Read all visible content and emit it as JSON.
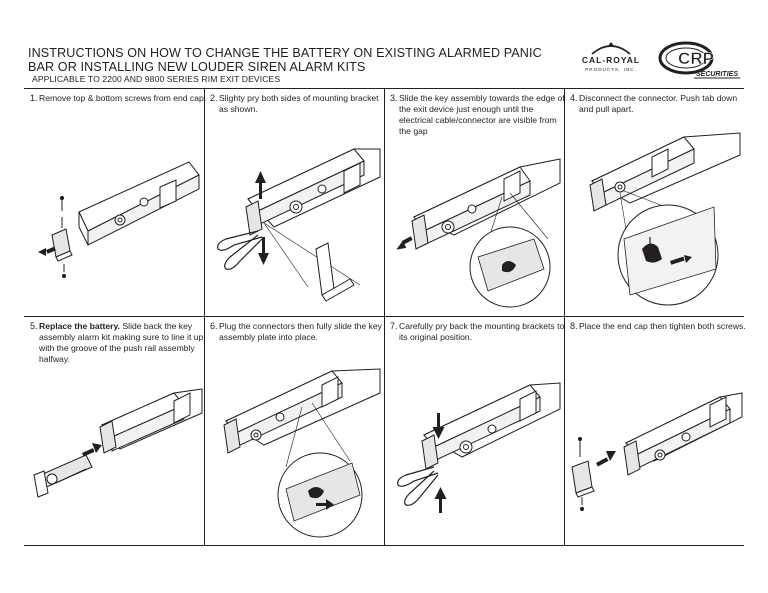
{
  "header": {
    "title": "INSTRUCTIONS ON HOW TO CHANGE THE BATTERY ON EXISTING ALARMED PANIC BAR OR INSTALLING NEW LOUDER SIREN ALARM KITS",
    "subtitle": "APPLICABLE TO 2200 AND 9800 SERIES RIM EXIT DEVICES",
    "logos": [
      {
        "name": "cal-royal-logo",
        "text": "CAL-ROYAL",
        "subtext": "PRODUCTS, INC."
      },
      {
        "name": "crp-securities-logo",
        "text": "CRP",
        "subtext": "SECURITIES"
      }
    ]
  },
  "steps": [
    {
      "number": "1.",
      "text": "Remove top & bottom screws from end cap."
    },
    {
      "number": "2.",
      "text": "Slighty pry both sides of mounting bracket as shown."
    },
    {
      "number": "3.",
      "text": "Slide the key assembly towards the edge of the exit device just enough until the electrical cable/connector are visible from the gap"
    },
    {
      "number": "4.",
      "text": "Disconnect the connector. Push tab down and pull apart."
    },
    {
      "number": "5.",
      "bold": "Replace the battery.",
      "text": " Slide back the key assembly alarm kit making sure to line it up with the groove of the push rail assembly halfway."
    },
    {
      "number": "6.",
      "text": "Plug the connectors then fully slide the key assembly plate into place."
    },
    {
      "number": "7.",
      "text": "Carefully pry back the mounting brackets to its original position."
    },
    {
      "number": "8.",
      "text": "Place the end cap then tighten both screws."
    }
  ]
}
